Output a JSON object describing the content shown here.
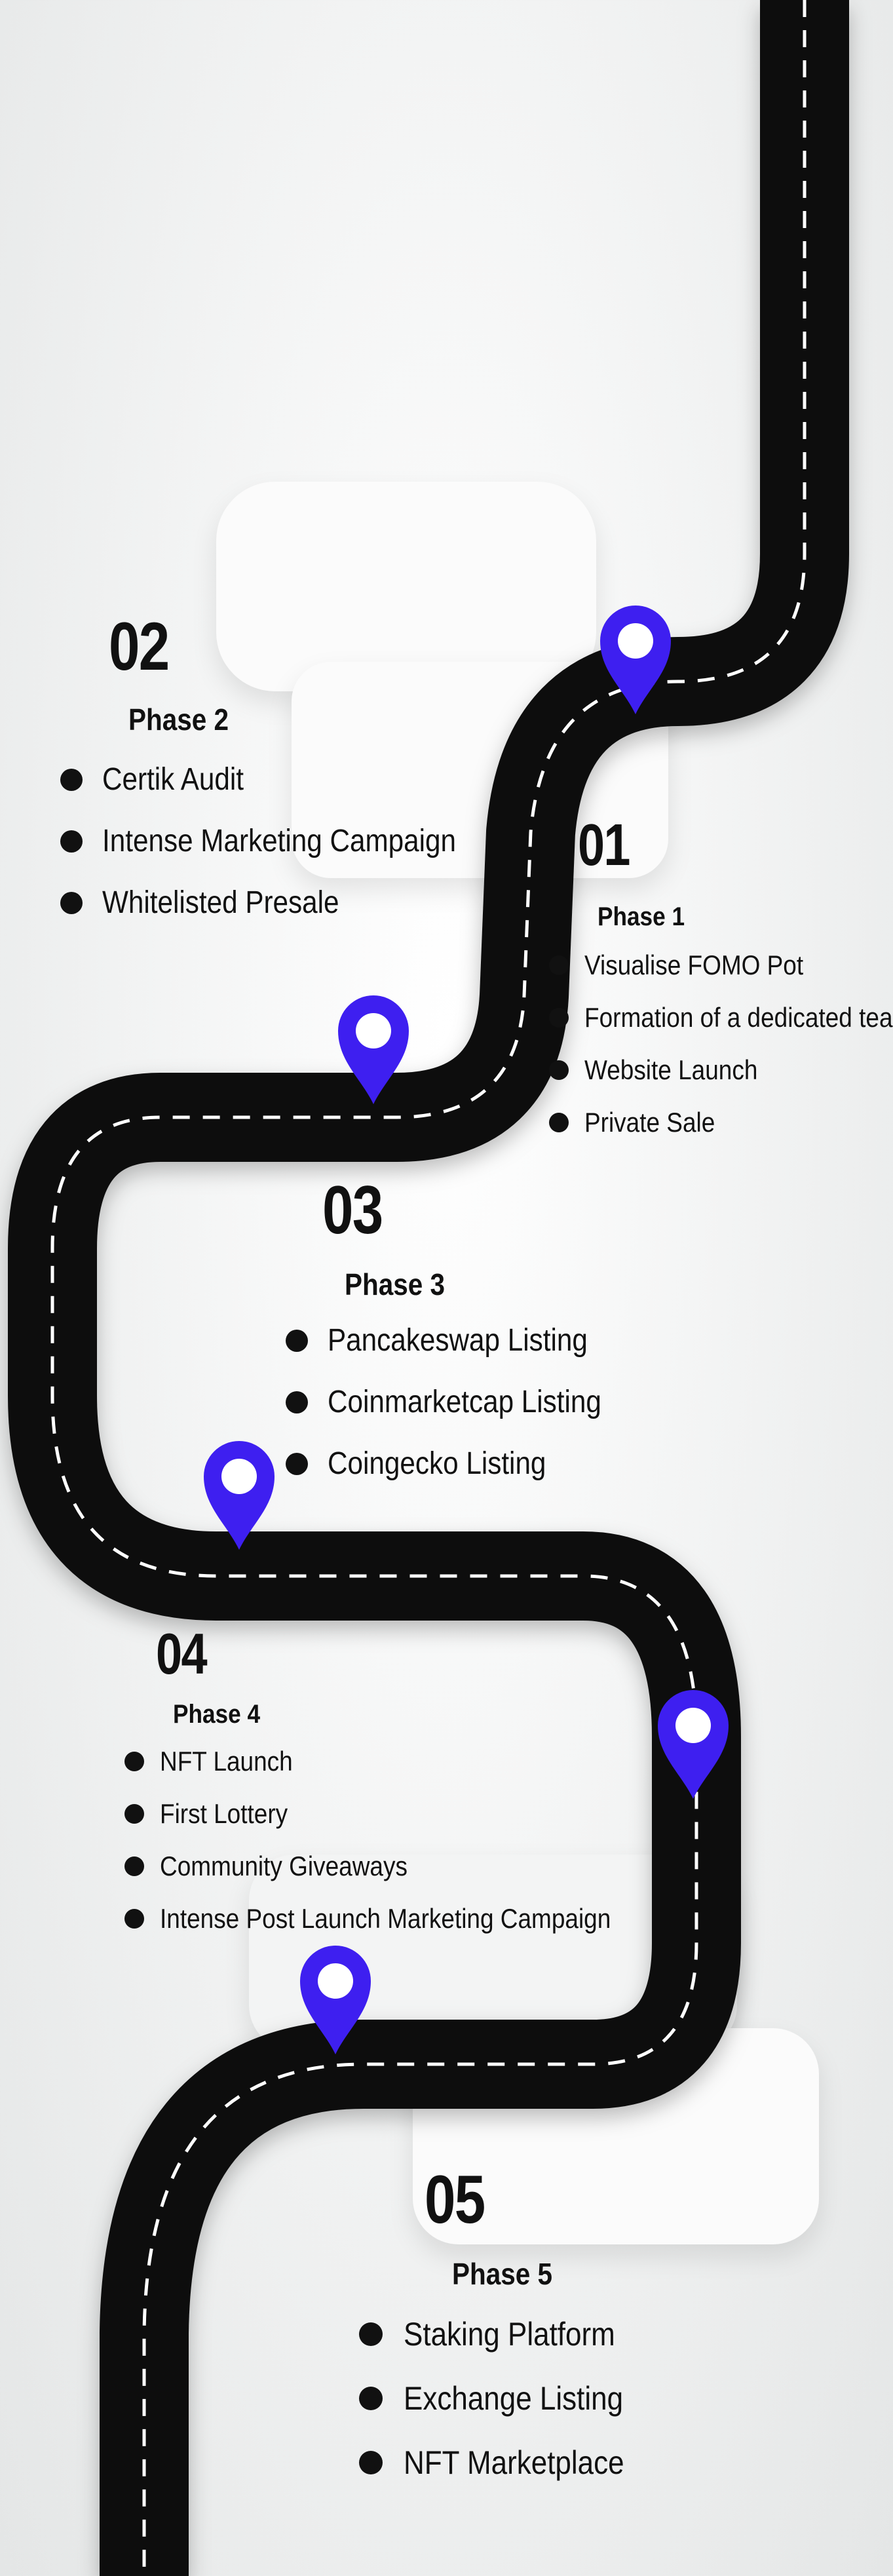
{
  "accent_color": "#3e1ff0",
  "road_color": "#111111",
  "dash_color": "#ffffff",
  "phases": [
    {
      "number": "01",
      "title": "Phase 1",
      "items": [
        "Visualise FOMO Pot",
        "Formation of a dedicated team",
        "Website Launch",
        "Private Sale"
      ]
    },
    {
      "number": "02",
      "title": "Phase 2",
      "items": [
        "Certik Audit",
        "Intense Marketing Campaign",
        "Whitelisted Presale"
      ]
    },
    {
      "number": "03",
      "title": "Phase 3",
      "items": [
        "Pancakeswap Listing",
        "Coinmarketcap Listing",
        "Coingecko Listing"
      ]
    },
    {
      "number": "04",
      "title": "Phase 4",
      "items": [
        "NFT Launch",
        "First Lottery",
        "Community Giveaways",
        "Intense Post Launch Marketing Campaign"
      ]
    },
    {
      "number": "05",
      "title": "Phase 5",
      "items": [
        "Staking Platform",
        "Exchange Listing",
        "NFT Marketplace"
      ]
    }
  ],
  "markers": [
    "location-pin-icon",
    "location-pin-icon",
    "location-pin-icon",
    "location-pin-icon",
    "location-pin-icon"
  ]
}
